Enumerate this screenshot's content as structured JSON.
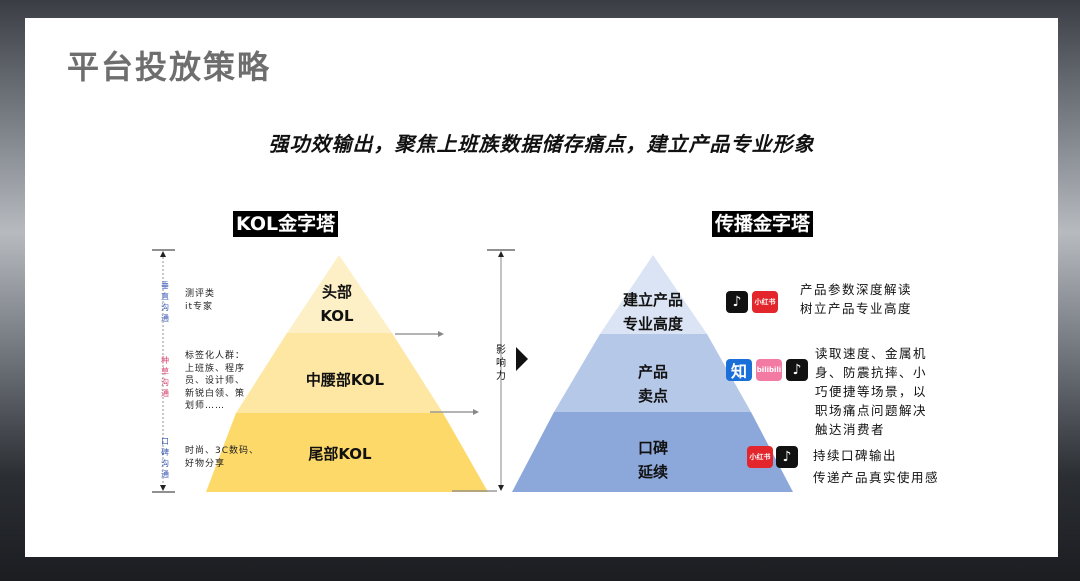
{
  "slide": {
    "title": "平台投放策略",
    "subtitle": "强功效输出，聚焦上班族数据储存痛点，建立产品专业形象"
  },
  "kol_pyramid": {
    "title": "KOL金字塔",
    "layers": [
      {
        "line1": "头部",
        "line2": "KOL",
        "color": "#fdf0c6"
      },
      {
        "line1": "中腰部KOL",
        "color": "#fde7a2"
      },
      {
        "line1": "尾部KOL",
        "color": "#fcd969"
      }
    ],
    "side_labels": [
      {
        "text": "垂直沟通",
        "color": "#3a5ab7"
      },
      {
        "text": "种草沟通",
        "color": "#d8436e"
      },
      {
        "text": "口碑沟通",
        "color": "#3a5ab7"
      }
    ],
    "descriptions": [
      {
        "lines": [
          "测评类",
          "it专家"
        ]
      },
      {
        "lines": [
          "标签化人群：",
          "上班族、程序",
          "员、设计师、",
          "新锐白领、策",
          "划师……"
        ]
      },
      {
        "lines": [
          "时尚、3C数码、",
          "好物分享"
        ]
      }
    ]
  },
  "influence_label": "影响力",
  "spread_pyramid": {
    "title": "传播金字塔",
    "layers": [
      {
        "line1": "建立产品",
        "line2": "专业高度",
        "color": "#dbe4f4"
      },
      {
        "line1": "产品",
        "line2": "卖点",
        "color": "#b6c8e8"
      },
      {
        "line1": "口碑",
        "line2": "延续",
        "color": "#8ca7da"
      }
    ],
    "notes": [
      {
        "lines": [
          "产品参数深度解读",
          "树立产品专业高度"
        ]
      },
      {
        "lines": [
          "读取速度、金属机",
          "身、防震抗摔、小",
          "巧便捷等场景，以",
          "职场痛点问题解决",
          "触达消费者"
        ]
      },
      {
        "lines": [
          "持续口碑输出",
          "传递产品真实使用感"
        ]
      }
    ],
    "platform_icons": [
      [
        "tiktok-icon",
        "xiaohongshu-icon"
      ],
      [
        "zhihu-icon",
        "bilibili-icon",
        "tiktok-icon"
      ],
      [
        "xiaohongshu-icon",
        "tiktok-icon"
      ]
    ]
  },
  "icons": {
    "tiktok_glyph": "♪",
    "xhs_text": "小红书",
    "zhihu_text": "知",
    "bili_text": "bilibili"
  },
  "colors": {
    "accent_blue": "#3a5ab7",
    "accent_pink": "#d8436e"
  }
}
